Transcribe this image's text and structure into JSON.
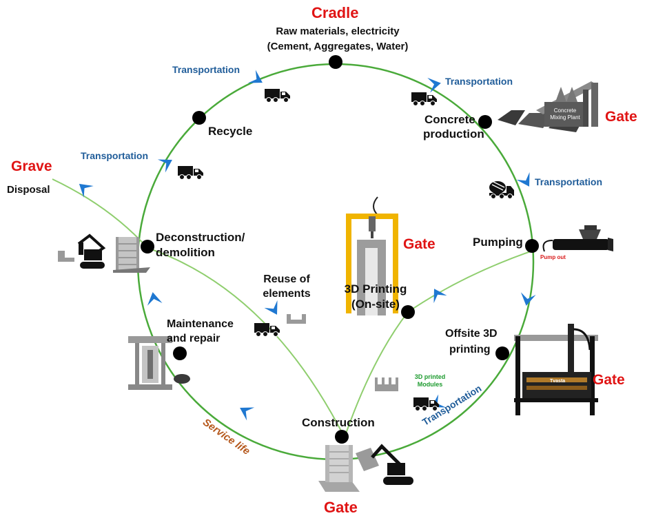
{
  "cradle": {
    "title": "Cradle",
    "line1": "Raw materials, electricity",
    "line2": "(Cement, Aggregates, Water)"
  },
  "gates": {
    "concrete": "Gate",
    "printing_onsite": "Gate",
    "offsite": "Gate",
    "construction": "Gate"
  },
  "grave": {
    "title": "Grave",
    "label": "Disposal"
  },
  "stages": {
    "recycle": "Recycle",
    "concrete_production": [
      "Concrete",
      "production"
    ],
    "pumping": "Pumping",
    "offsite_printing": [
      "Offsite 3D",
      "printing"
    ],
    "construction": "Construction",
    "maintenance": [
      "Maintenance",
      "and repair"
    ],
    "deconstruction": [
      "Deconstruction/",
      "demolition"
    ],
    "reuse": [
      "Reuse of",
      "elements"
    ],
    "printing_onsite": [
      "3D Printing",
      "(On-site)"
    ]
  },
  "flows": {
    "transport_top_left": "Transportation",
    "transport_top_right": "Transportation",
    "transport_right": "Transportation",
    "transport_left": "Transportation",
    "transport_bottom_right": "Transportation",
    "service_life": "Service life"
  },
  "annotations": {
    "pump_out": "Pump out",
    "modules": [
      "3D printed",
      "Modules"
    ],
    "mixing_plant": [
      "Concrete",
      "Mixing Plant"
    ],
    "printer_brand": "Tvasta"
  },
  "colors": {
    "cycle_line": "#4aaa3a",
    "branch_line": "#8fce6e",
    "arrow": "#1f78d1",
    "gate_red": "#e01414",
    "transport_blue": "#1f5c99",
    "service_brown": "#b5581c"
  },
  "icons": [
    "truck-icon",
    "mixer-truck-icon",
    "excavator-icon",
    "building-icon",
    "pump-icon",
    "mixing-plant-icon",
    "gantry-printer-icon",
    "offsite-printer-icon",
    "repair-machine-icon",
    "module-blocks-icon"
  ]
}
